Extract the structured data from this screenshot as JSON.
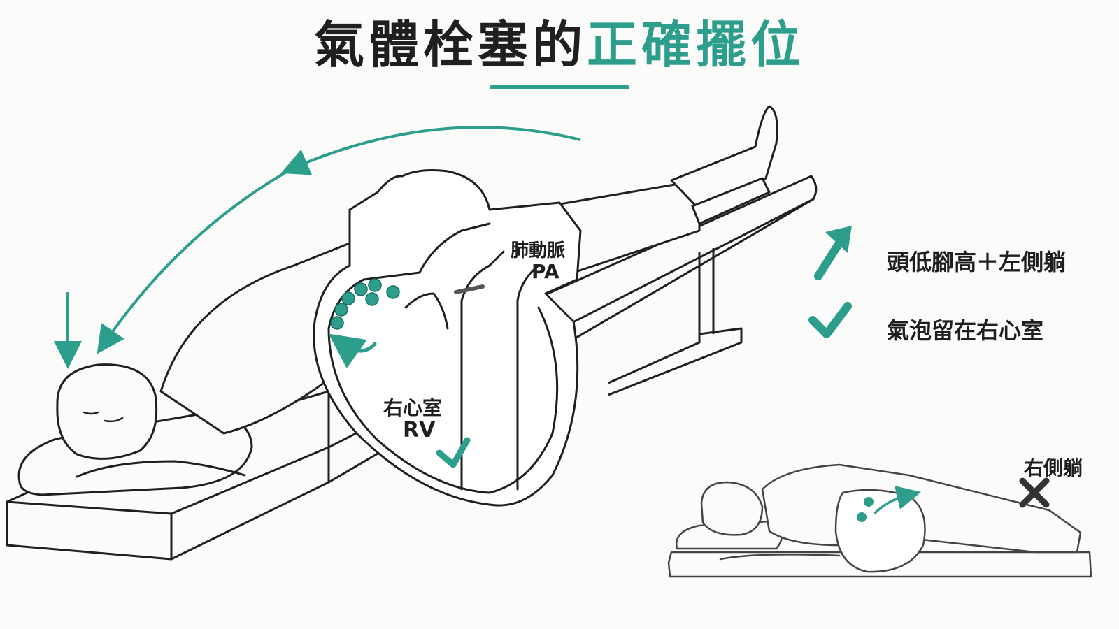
{
  "title": {
    "part1": "氣體栓塞的",
    "part2": "正確擺位"
  },
  "labels": {
    "pa_chinese": "肺動脈",
    "pa_english": "PA",
    "rv_chinese": "右心室",
    "rv_english": "RV"
  },
  "legend": {
    "position_text": "頭低腳高＋左側躺",
    "bubble_text": "氣泡留在右心室"
  },
  "wrong_position": {
    "label": "右側躺"
  },
  "colors": {
    "accent": "#2e9e8c",
    "line": "#1f1f1f",
    "background": "#fbfbfa"
  },
  "icons": [
    "up-right-arrow-icon",
    "check-icon",
    "cross-icon",
    "down-arrow-icon",
    "curved-arrow-icon"
  ]
}
